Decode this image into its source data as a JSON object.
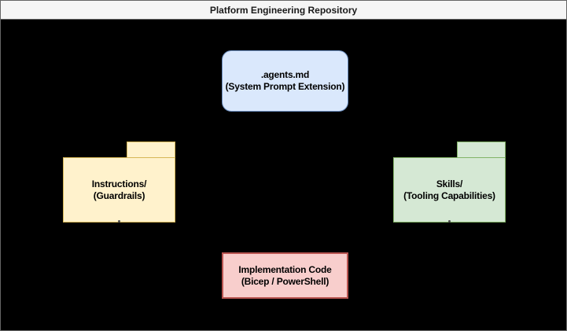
{
  "title_bar": {
    "label": "Platform Engineering Repository",
    "background": "#f5f5f5",
    "border_color": "#666666",
    "text_color": "#1a1a1a"
  },
  "canvas": {
    "background": "#000000",
    "border_color": "#666666"
  },
  "nodes": {
    "agents_md": {
      "shape": "rounded-rectangle",
      "line1": ".agents.md",
      "line2": "(System Prompt Extension)",
      "fill": "#dae8fc",
      "stroke": "#6c8ebf"
    },
    "instructions_folder": {
      "shape": "folder",
      "line1": "Instructions/",
      "line2": "(Guardrails)",
      "fill": "#fff2cc",
      "stroke": "#d6b656"
    },
    "skills_folder": {
      "shape": "folder",
      "line1": "Skills/",
      "line2": "(Tooling Capabilities)",
      "fill": "#d5e8d4",
      "stroke": "#82b366"
    },
    "implementation_code": {
      "shape": "rectangle",
      "line1": "Implementation Code",
      "line2": "(Bicep / PowerShell)",
      "fill": "#f8cecc",
      "stroke": "#b85450"
    }
  }
}
